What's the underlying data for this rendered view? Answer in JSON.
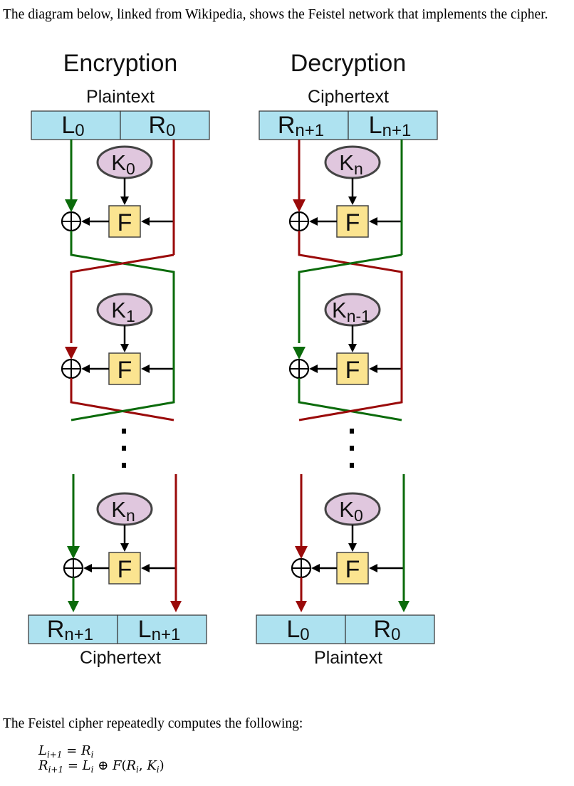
{
  "intro_text": "The diagram below, linked from Wikipedia, shows the Feistel network that implements the cipher.",
  "outro_text": "The Feistel cipher repeatedly computes the following:",
  "equations": [
    {
      "lhs": "L",
      "lhs_sub": "i+1",
      "rhs": [
        {
          "t": "R",
          "s": "i"
        }
      ]
    },
    {
      "lhs": "R",
      "lhs_sub": "i+1",
      "rhs": [
        {
          "t": "L",
          "s": "i"
        },
        {
          "op": " ⊕ "
        },
        {
          "t": "F("
        },
        {
          "t": "R",
          "s": "i"
        },
        {
          "op": ", "
        },
        {
          "t": "K",
          "s": "i"
        },
        {
          "t": ")"
        }
      ]
    }
  ],
  "colors": {
    "green": "#0b6b0b",
    "red": "#9a0a0a",
    "block_fill": "#aee2f0",
    "key_fill": "#e0c7de",
    "f_fill": "#fbe490"
  },
  "diagram": {
    "encryption": {
      "title": "Encryption",
      "input_label": "Plaintext",
      "input_blocks": [
        {
          "main": "L",
          "sub": "0"
        },
        {
          "main": "R",
          "sub": "0"
        }
      ],
      "round_keys": [
        {
          "main": "K",
          "sub": "0"
        },
        {
          "main": "K",
          "sub": "1"
        },
        {
          "main": "K",
          "sub": "n"
        }
      ],
      "function_label": "F",
      "output_blocks": [
        {
          "main": "R",
          "sub": "n+1"
        },
        {
          "main": "L",
          "sub": "n+1"
        }
      ],
      "output_label": "Ciphertext"
    },
    "decryption": {
      "title": "Decryption",
      "input_label": "Ciphertext",
      "input_blocks": [
        {
          "main": "R",
          "sub": "n+1"
        },
        {
          "main": "L",
          "sub": "n+1"
        }
      ],
      "round_keys": [
        {
          "main": "K",
          "sub": "n"
        },
        {
          "main": "K",
          "sub": "n-1"
        },
        {
          "main": "K",
          "sub": "0"
        }
      ],
      "function_label": "F",
      "output_blocks": [
        {
          "main": "L",
          "sub": "0"
        },
        {
          "main": "R",
          "sub": "0"
        }
      ],
      "output_label": "Plaintext"
    }
  }
}
